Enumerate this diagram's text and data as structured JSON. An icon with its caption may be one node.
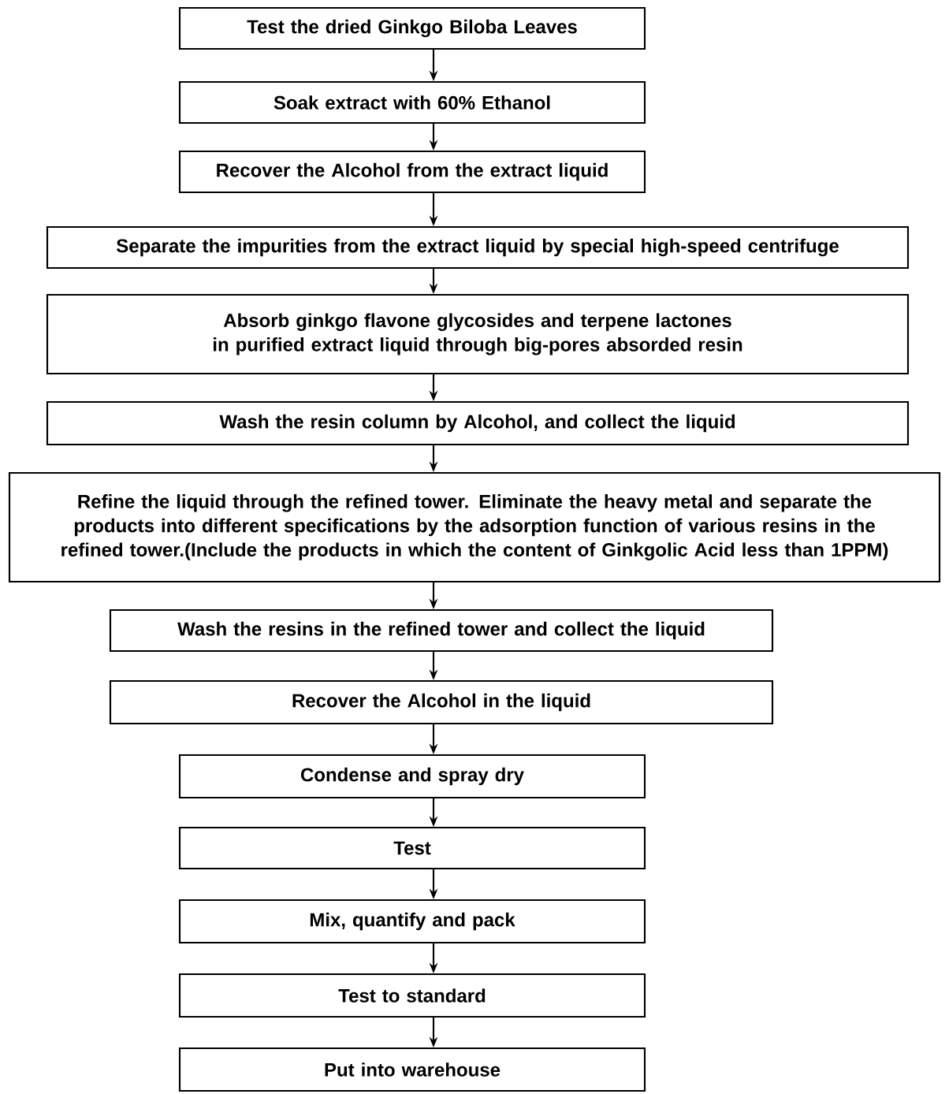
{
  "diagram": {
    "nodes": [
      {
        "text": [
          "Test the dried Ginkgo Biloba Leaves"
        ]
      },
      {
        "text": [
          "Soak extract with 60% Ethanol"
        ]
      },
      {
        "text": [
          "Recover the Alcohol from the extract liquid"
        ]
      },
      {
        "text": [
          "Separate the impurities from the extract liquid by special high-speed centrifuge"
        ]
      },
      {
        "text": [
          "Absorb ginkgo flavone glycosides and terpene lactones in purified extract liquid through big-pores absorded resin"
        ]
      },
      {
        "text": [
          "Wash the resin column by Alcohol, and collect the liquid"
        ]
      },
      {
        "text": [
          "Refine the liquid through the refined tower. Eliminate the heavy metal and separate the products into different specifications by the adsorption function of various resins in the refined tower.(Include the products in which the content of Ginkgolic Acid less than 1PPM)"
        ]
      },
      {
        "text": [
          "Wash the resins in the refined tower and collect the liquid"
        ]
      },
      {
        "text": [
          "Recover the Alcohol in the liquid"
        ]
      },
      {
        "text": [
          "Condense and spray dry"
        ]
      },
      {
        "text": [
          "Test"
        ]
      },
      {
        "text": [
          "Mix, quantify and pack"
        ]
      },
      {
        "text": [
          "Test to standard"
        ]
      },
      {
        "text": [
          "Put into warehouse"
        ]
      }
    ],
    "edges": [
      {
        "from": 0,
        "to": 1,
        "arrow": "to"
      },
      {
        "from": 1,
        "to": 2,
        "arrow": "to"
      },
      {
        "from": 2,
        "to": 3,
        "arrow": "to"
      },
      {
        "from": 3,
        "to": 4,
        "arrow": "to"
      },
      {
        "from": 4,
        "to": 5,
        "arrow": "to"
      },
      {
        "from": 5,
        "to": 6,
        "arrow": "to"
      },
      {
        "from": 6,
        "to": 7,
        "arrow": "to"
      },
      {
        "from": 7,
        "to": 8,
        "arrow": "to"
      },
      {
        "from": 8,
        "to": 9,
        "arrow": "to"
      },
      {
        "from": 9,
        "to": 10,
        "arrow": "to"
      },
      {
        "from": 10,
        "to": 11,
        "arrow": "to"
      },
      {
        "from": 11,
        "to": 12,
        "arrow": "to"
      },
      {
        "from": 12,
        "to": 13,
        "arrow": "to"
      }
    ]
  }
}
